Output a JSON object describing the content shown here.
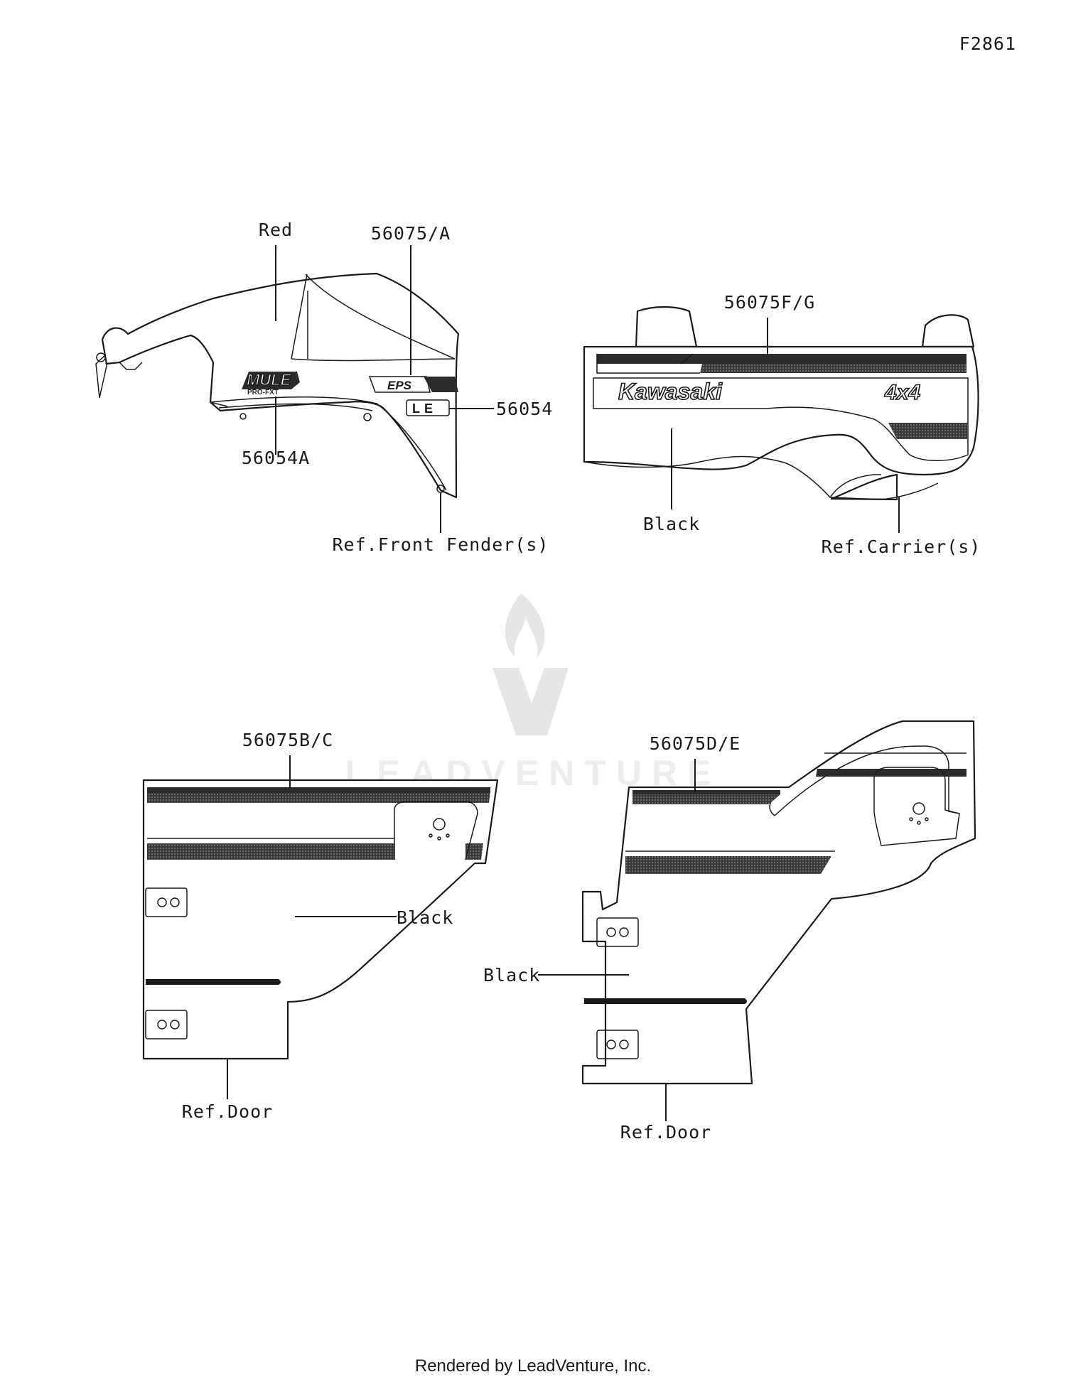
{
  "figure_id": "F2861",
  "labels": {
    "red": "Red",
    "part_56075_a": "56075/A",
    "part_56054": "56054",
    "part_56054a": "56054A",
    "ref_front_fender": "Ref.Front Fender(s)",
    "part_56075_fg": "56075F/G",
    "black_carrier": "Black",
    "ref_carrier": "Ref.Carrier(s)",
    "part_56075_bc": "56075B/C",
    "black_door_left": "Black",
    "ref_door_left": "Ref.Door",
    "part_56075_de": "56075D/E",
    "black_door_right": "Black",
    "ref_door_right": "Ref.Door"
  },
  "decals": {
    "mule": "MULE",
    "mule_sub": "PRO-FXT",
    "eps": "EPS",
    "le": "LE",
    "kawasaki": "Kawasaki",
    "four_by_four": "4x4"
  },
  "watermark": "LEADVENTURE",
  "footer": "Rendered by LeadVenture, Inc."
}
